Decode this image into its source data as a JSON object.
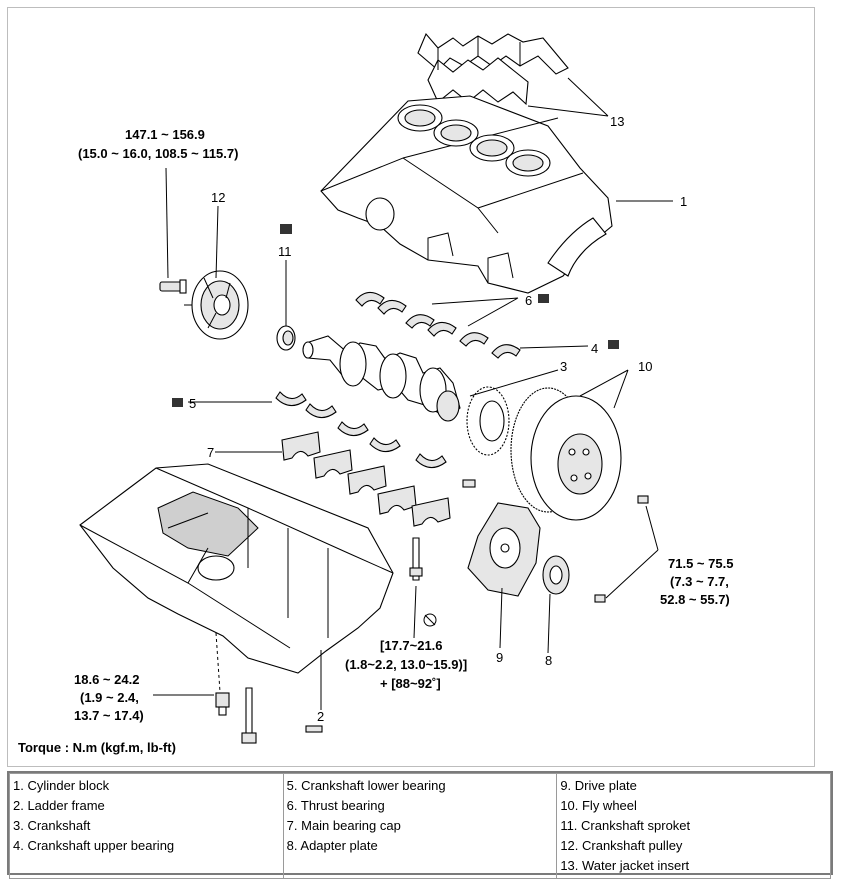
{
  "callouts": {
    "c1": "1",
    "c2": "2",
    "c3": "3",
    "c4": "4",
    "c5": "5",
    "c6": "6",
    "c7": "7",
    "c8": "8",
    "c9": "9",
    "c10": "10",
    "c11": "11",
    "c12": "12",
    "c13": "13"
  },
  "torque": {
    "pulley_l1": "147.1 ~ 156.9",
    "pulley_l2": "(15.0 ~ 16.0, 108.5 ~ 115.7)",
    "cap_l1": "[17.7~21.6",
    "cap_l2": "(1.8~2.2, 13.0~15.9)]",
    "cap_l3": "+ [88~92˚]",
    "ladder_l1": "18.6 ~ 24.2",
    "ladder_l2": "(1.9 ~ 2.4,",
    "ladder_l3": "13.7 ~ 17.4)",
    "fly_l1": "71.5 ~ 75.5",
    "fly_l2": "(7.3 ~ 7.7,",
    "fly_l3": "52.8 ~ 55.7)",
    "unit_note": "Torque : N.m (kgf.m, lb-ft)"
  },
  "legend": {
    "col1": [
      "1. Cylinder block",
      "2. Ladder frame",
      "3. Crankshaft",
      "4. Crankshaft upper bearing"
    ],
    "col2": [
      "5. Crankshaft lower bearing",
      "6. Thrust bearing",
      "7. Main bearing cap",
      "8. Adapter plate"
    ],
    "col3": [
      "9. Drive plate",
      "10. Fly wheel",
      "11. Crankshaft sproket",
      "12. Crankshaft pulley",
      "13. Water jacket insert"
    ]
  }
}
